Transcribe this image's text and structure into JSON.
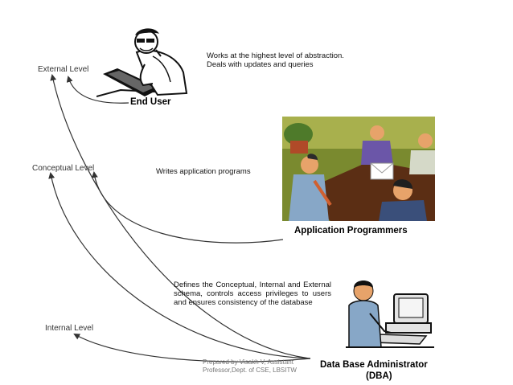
{
  "levels": {
    "external": "External Level",
    "conceptual": "Conceptual Level",
    "internal": "Internal Level"
  },
  "roles": {
    "end_user": {
      "title": "End User",
      "desc_line1": "Works at the highest level of abstraction.",
      "desc_line2": "Deals with updates and queries"
    },
    "app_programmers": {
      "title": "Application Programmers",
      "desc": "Writes application programs"
    },
    "dba": {
      "title_line1": "Data Base Administrator",
      "title_line2": "(DBA)",
      "desc": "Defines the Conceptual, Internal and External schema, controls access privileges to users and ensures consistency of the database"
    }
  },
  "footer": {
    "credit_line1": "Prepared by Visakh V, Assistant",
    "credit_line2": "Professor,Dept. of CSE, LBSITW"
  },
  "colors": {
    "line": "#333333",
    "office_bg": "#7a8a2f",
    "table": "#5b2e14",
    "skin": "#e7a36a"
  }
}
